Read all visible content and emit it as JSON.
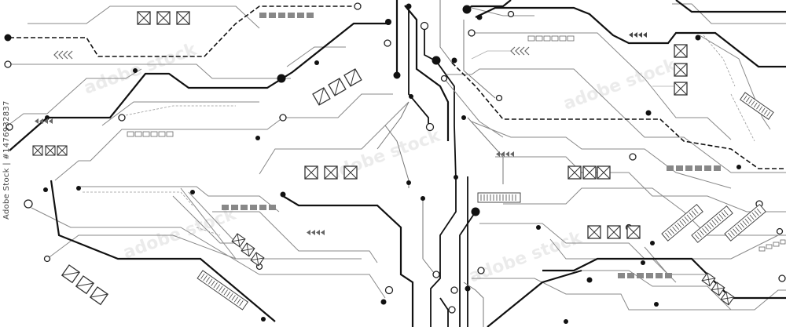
{
  "artwork": {
    "subject": "circuit-board",
    "colors": {
      "background": "#ffffff",
      "primary_trace": "#111111",
      "secondary_trace": "#777777",
      "faint_trace": "#aaaaaa",
      "pad_fill": "#888888"
    }
  },
  "watermark": {
    "text": "adobe stock"
  },
  "stock_id": {
    "text": "Adobe Stock | #1476932837"
  }
}
